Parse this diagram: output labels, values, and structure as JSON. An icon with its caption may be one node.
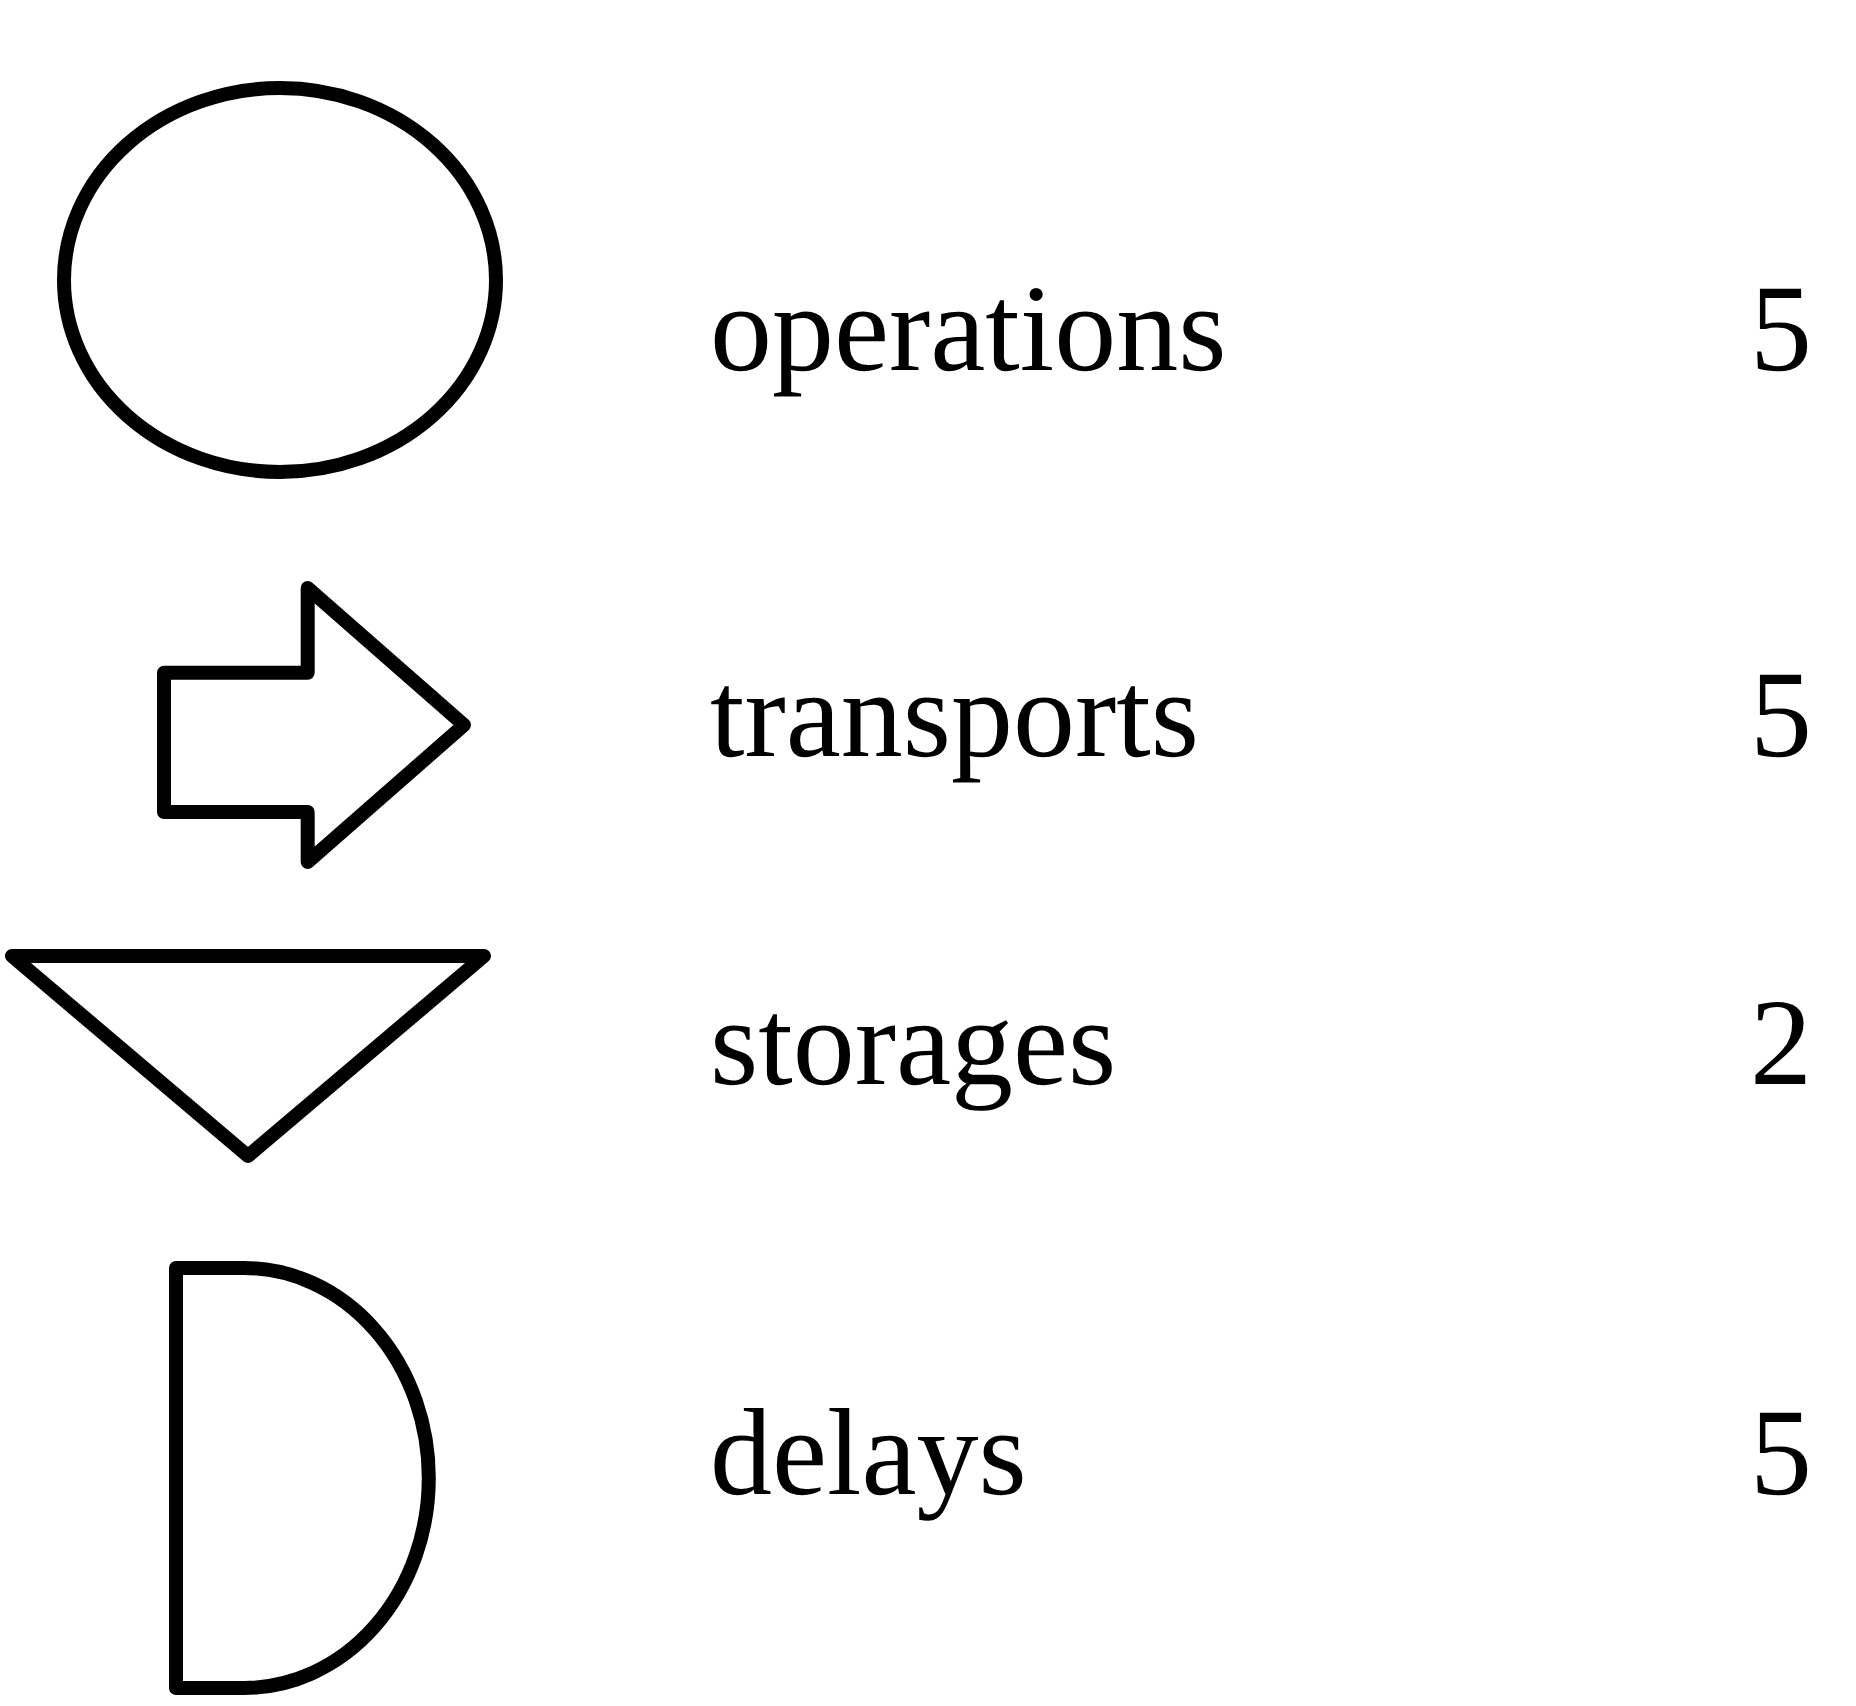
{
  "diagram": {
    "legend": [
      {
        "text": "operations"
      },
      {
        "text": "transports"
      },
      {
        "text": "storages"
      },
      {
        "text": "delays"
      }
    ],
    "labels": [
      "5",
      "5",
      "2",
      "5"
    ]
  }
}
